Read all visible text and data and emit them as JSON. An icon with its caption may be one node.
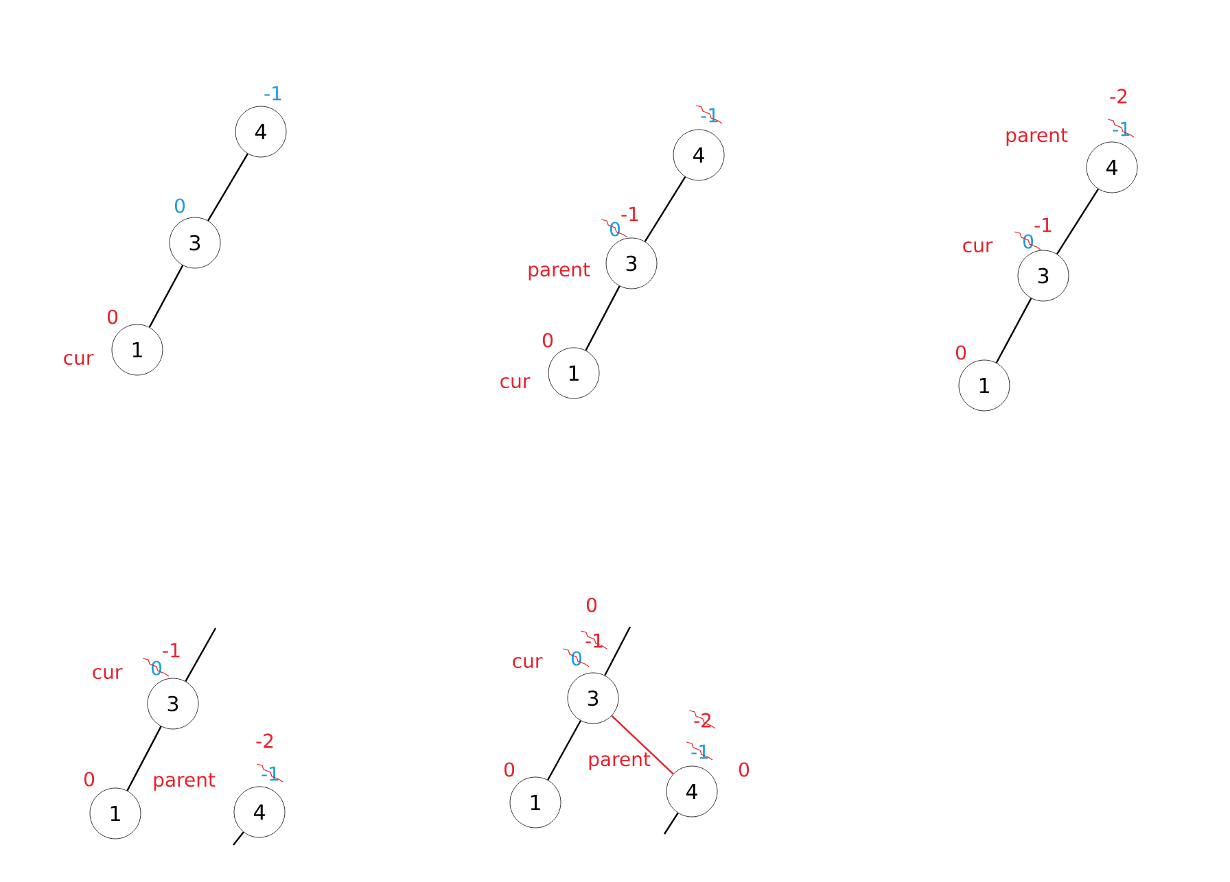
{
  "diagram": {
    "nodes": [
      {
        "text": [
          "4"
        ],
        "beside": [
          "-1"
        ]
      },
      {
        "text": [
          "3"
        ],
        "beside": [
          "0"
        ]
      },
      {
        "text": [
          "1"
        ],
        "beside": [
          "0",
          "cur"
        ]
      },
      {
        "text": [
          "4"
        ],
        "beside": [
          "-1"
        ]
      },
      {
        "text": [
          "3"
        ],
        "beside": [
          "0",
          "-1",
          "parent"
        ]
      },
      {
        "text": [
          "1"
        ],
        "beside": [
          "0",
          "cur"
        ]
      },
      {
        "text": [
          "4"
        ],
        "beside": [
          "-2",
          "-1",
          "parent"
        ]
      },
      {
        "text": [
          "3"
        ],
        "beside": [
          "0",
          "-1",
          "cur"
        ]
      },
      {
        "text": [
          "1"
        ],
        "beside": [
          "0"
        ]
      },
      {
        "text": [
          "3"
        ],
        "beside": [
          "0",
          "-1",
          "cur"
        ]
      },
      {
        "text": [
          "1"
        ],
        "beside": [
          "0"
        ]
      },
      {
        "text": [
          "4"
        ],
        "beside": [
          "-2",
          "-1",
          "parent"
        ]
      },
      {
        "text": [
          "3"
        ],
        "beside": [
          "0",
          "-1",
          "0",
          "cur"
        ]
      },
      {
        "text": [
          "1"
        ],
        "beside": [
          "0"
        ]
      },
      {
        "text": [
          "4"
        ],
        "beside": [
          "-2",
          "-1",
          "0",
          "parent"
        ]
      }
    ],
    "edges": [
      {
        "from": 0,
        "to": 1,
        "arrow": "none"
      },
      {
        "from": 1,
        "to": 2,
        "arrow": "none"
      },
      {
        "from": 3,
        "to": 4,
        "arrow": "none"
      },
      {
        "from": 4,
        "to": 5,
        "arrow": "none"
      },
      {
        "from": 6,
        "to": 7,
        "arrow": "none"
      },
      {
        "from": 7,
        "to": 8,
        "arrow": "none"
      },
      {
        "from": 9,
        "to": null,
        "arrow": "none"
      },
      {
        "from": 9,
        "to": 10,
        "arrow": "none"
      },
      {
        "from": 11,
        "to": null,
        "arrow": "none"
      },
      {
        "from": 12,
        "to": null,
        "arrow": "none"
      },
      {
        "from": 12,
        "to": 13,
        "arrow": "none"
      },
      {
        "from": 12,
        "to": 14,
        "arrow": "none",
        "color": "#e8202a"
      },
      {
        "from": 14,
        "to": null,
        "arrow": "none"
      }
    ]
  }
}
